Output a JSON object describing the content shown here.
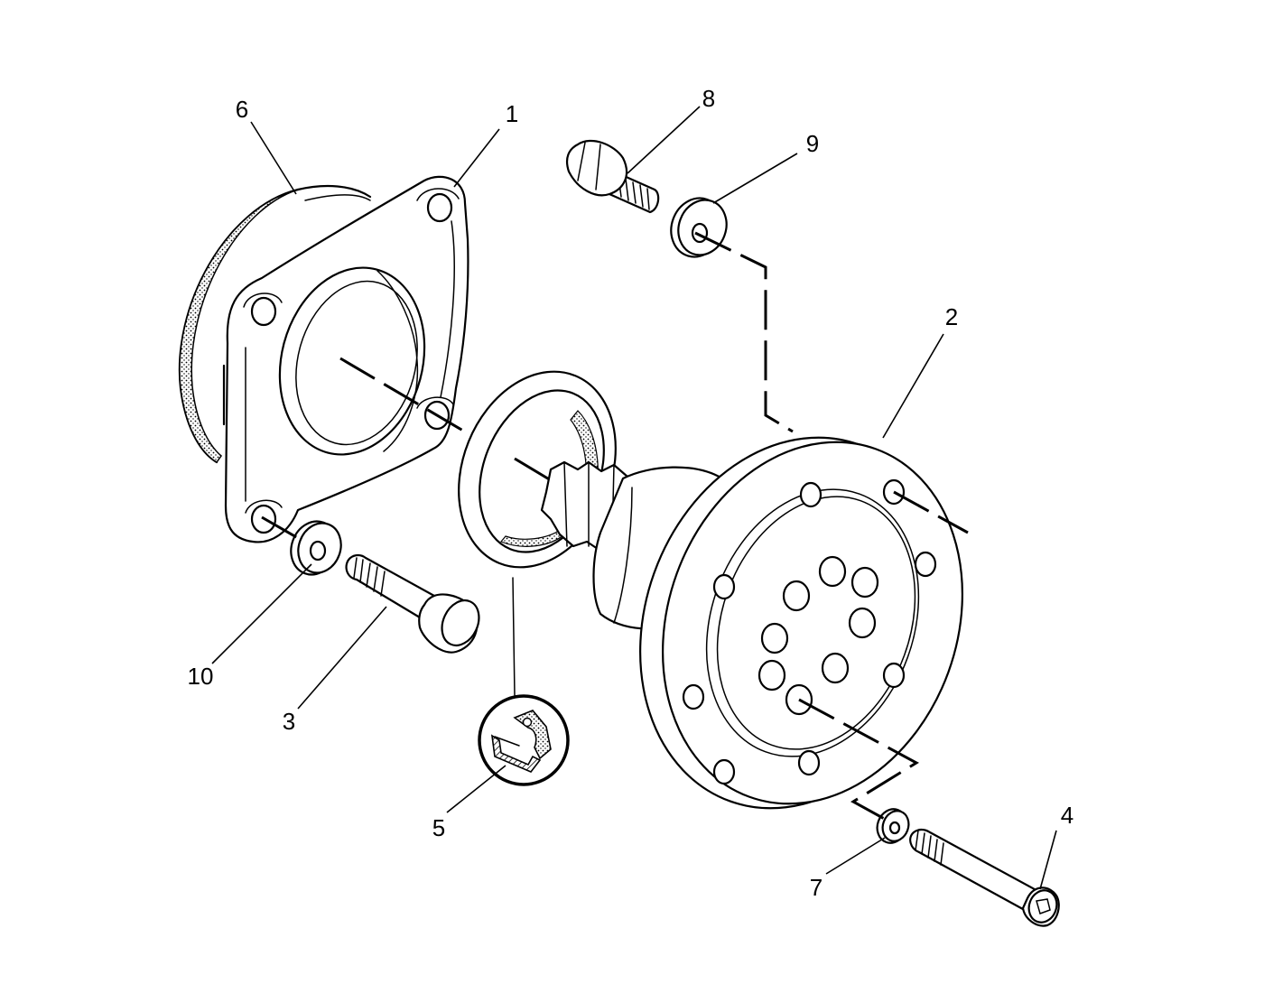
{
  "callouts": [
    {
      "id": "1",
      "label": "1"
    },
    {
      "id": "2",
      "label": "2"
    },
    {
      "id": "3",
      "label": "3"
    },
    {
      "id": "4",
      "label": "4"
    },
    {
      "id": "5",
      "label": "5"
    },
    {
      "id": "6",
      "label": "6"
    },
    {
      "id": "7",
      "label": "7"
    },
    {
      "id": "8",
      "label": "8"
    },
    {
      "id": "9",
      "label": "9"
    },
    {
      "id": "10",
      "label": "10"
    }
  ],
  "colors": {
    "ink": "#000000",
    "paper": "#ffffff"
  }
}
